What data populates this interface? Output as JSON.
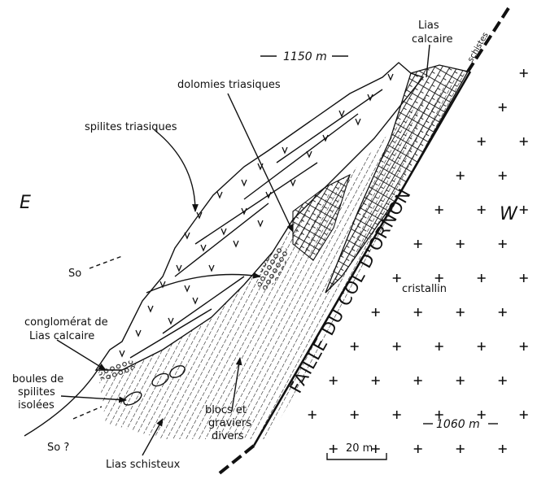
{
  "labels": {
    "altitude_top": "1150 m",
    "altitude_bottom": "1060 m",
    "lias_calcaire_top_1": "Lias",
    "lias_calcaire_top_2": "calcaire",
    "schistes": "schistes",
    "dolomies": "dolomies triasiques",
    "spilites": "spilites triasiques",
    "east": "E",
    "west": "W",
    "so": "So",
    "so_question": "So ?",
    "cristallin": "cristallin",
    "conglomerat_1": "conglomérat de",
    "conglomerat_2": "Lias calcaire",
    "boules_1": "boules de",
    "boules_2": "spilites",
    "boules_3": "isolées",
    "lias_schisteux": "Lias schisteux",
    "blocs_1": "blocs et",
    "blocs_2": "graviers",
    "blocs_3": "divers",
    "scale": "20 m",
    "fault": "FAILLE DU COL D'ORNON"
  }
}
